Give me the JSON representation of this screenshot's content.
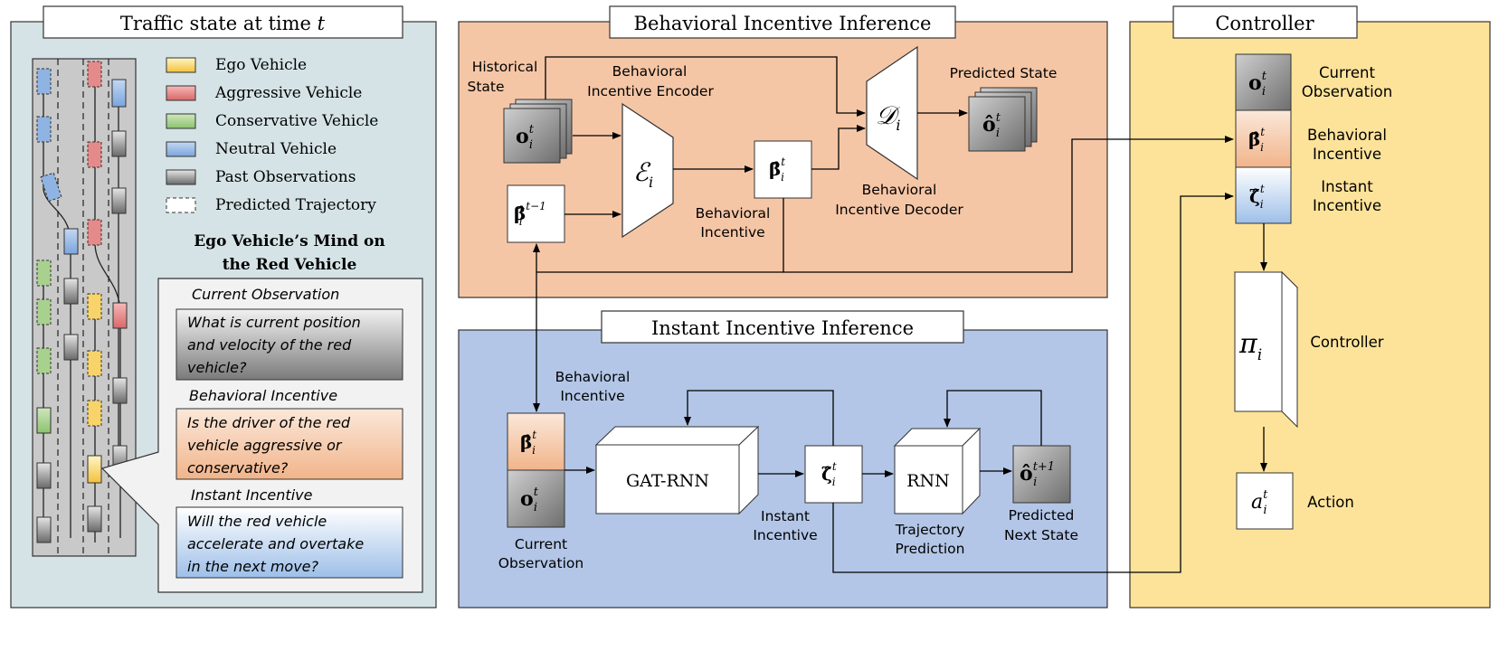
{
  "panels": {
    "traffic_title_main": "Traffic state at time",
    "traffic_title_var": "t",
    "behavioral_title": "Behavioral Incentive Inference",
    "instant_title": "Instant Incentive Inference",
    "controller_title": "Controller"
  },
  "legend": [
    {
      "label": "Ego Vehicle",
      "color": "#f7d36a"
    },
    {
      "label": "Aggressive Vehicle",
      "color": "#e58a8a"
    },
    {
      "label": "Conservative Vehicle",
      "color": "#a9d18e"
    },
    {
      "label": "Neutral Vehicle",
      "color": "#8fb4e3"
    },
    {
      "label": "Past Observations",
      "color": "#9a9a9a"
    },
    {
      "label": "Predicted Trajectory",
      "color": "#ffffff"
    }
  ],
  "mind": {
    "title_line1": "Ego Vehicle’s Mind on",
    "title_line2": "the Red Vehicle",
    "items": [
      {
        "header": "Current Observation",
        "lines": [
          "What is current position",
          "and velocity of the red",
          "vehicle?"
        ]
      },
      {
        "header": "Behavioral Incentive",
        "lines": [
          "Is the driver of the red",
          "vehicle aggressive or",
          "conservative?"
        ]
      },
      {
        "header": "Instant Incentive",
        "lines": [
          "Will the red vehicle",
          "accelerate and overtake",
          "in the next move?"
        ]
      }
    ]
  },
  "bii": {
    "historical_l1": "Historical",
    "historical_l2": "State",
    "encoder_l1": "Behavioral",
    "encoder_l2": "Incentive Encoder",
    "predicted_state": "Predicted State",
    "decoder_l1": "Behavioral",
    "decoder_l2": "Incentive Decoder",
    "incentive_l1": "Behavioral",
    "incentive_l2": "Incentive",
    "sym_o": "o",
    "sym_o_sup": "t",
    "sym_o_sub": "i",
    "sym_E": "ℰ",
    "sym_E_sub": "i",
    "sym_D": "𝒟",
    "sym_D_sub": "i",
    "sym_beta": "β̂",
    "sym_beta_sup": "t",
    "sym_beta_sub": "i",
    "sym_beta_prev_sup": "t−1",
    "sym_ohat": "ô"
  },
  "iii": {
    "behavioral_l1": "Behavioral",
    "behavioral_l2": "Incentive",
    "current_l1": "Current",
    "current_l2": "Observation",
    "gat_rnn": "GAT-RNN",
    "instant_l1": "Instant",
    "instant_l2": "Incentive",
    "rnn": "RNN",
    "traj_l1": "Trajectory",
    "traj_l2": "Prediction",
    "next_l1": "Predicted",
    "next_l2": "Next State",
    "sym_zeta": "ζ̂",
    "sym_next_sup": "t+1"
  },
  "ctrl": {
    "obs_l1": "Current",
    "obs_l2": "Observation",
    "bi_l1": "Behavioral",
    "bi_l2": "Incentive",
    "ii_l1": "Instant",
    "ii_l2": "Incentive",
    "controller": "Controller",
    "action": "Action",
    "sym_pi": "π",
    "sym_a": "a"
  },
  "colors": {
    "traffic_bg": "#d5e3e6",
    "behavioral_bg": "#f5c6a6",
    "instant_bg": "#b3c6e7",
    "controller_bg": "#fde39a",
    "ego": "#f7d36a",
    "aggressive": "#e58a8a",
    "conservative": "#a9d18e",
    "neutral": "#8fb4e3"
  }
}
